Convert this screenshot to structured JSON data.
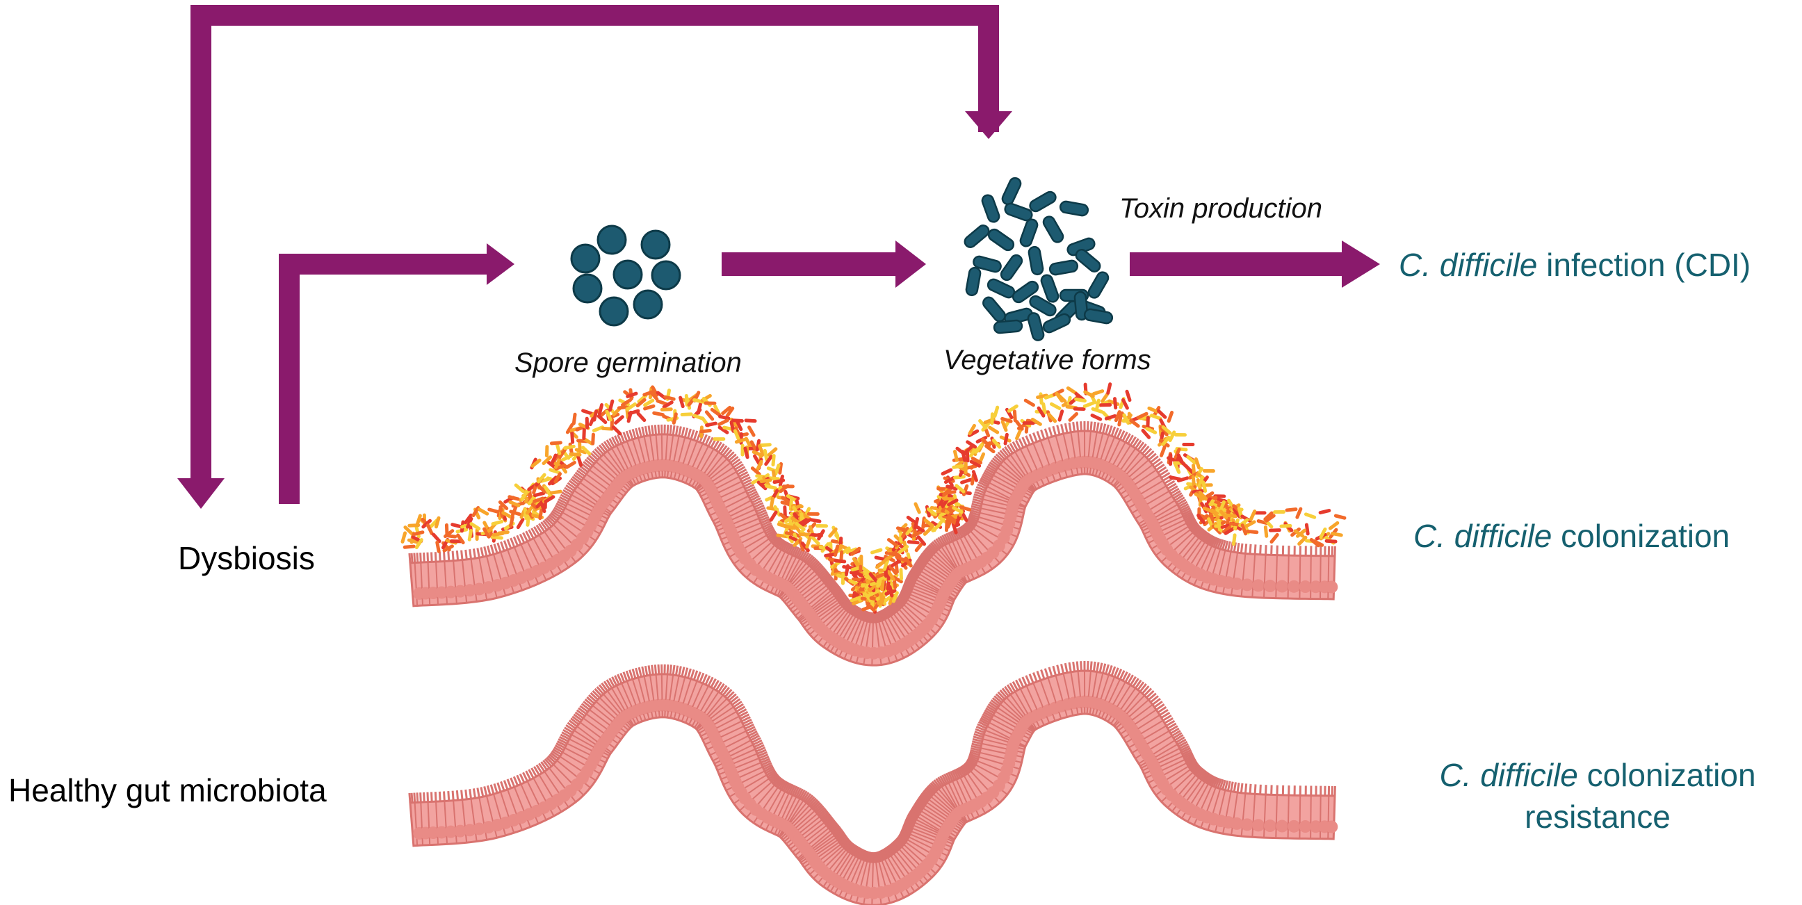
{
  "colors": {
    "arrow": "#8a1a6c",
    "teal": "#15606f",
    "bacteria": "#1d5a70",
    "tissue": "#f2a3a0",
    "tissue_dark": "#d9736f",
    "microbes": [
      "#f26a2a",
      "#f8a52b",
      "#f7cf3a",
      "#e63b2e"
    ]
  },
  "icons": {
    "spores": "spore-cluster-icon",
    "bacteria": "vegetative-bacteria-icon",
    "epithelium": "gut-epithelium-icon"
  },
  "labels": {
    "dysbiosis": "Dysbiosis",
    "healthy": "Healthy gut microbiota",
    "spore_germination": "Spore germination",
    "vegetative_forms": "Vegetative forms",
    "toxin_production": "Toxin production"
  },
  "outcomes": {
    "infection": {
      "species": "C. difficile",
      "rest": " infection (CDI)"
    },
    "colonization": {
      "species": "C. difficile",
      "rest": " colonization"
    },
    "resistance": {
      "species": "C. difficile",
      "rest": " colonization",
      "line2": "resistance"
    }
  }
}
